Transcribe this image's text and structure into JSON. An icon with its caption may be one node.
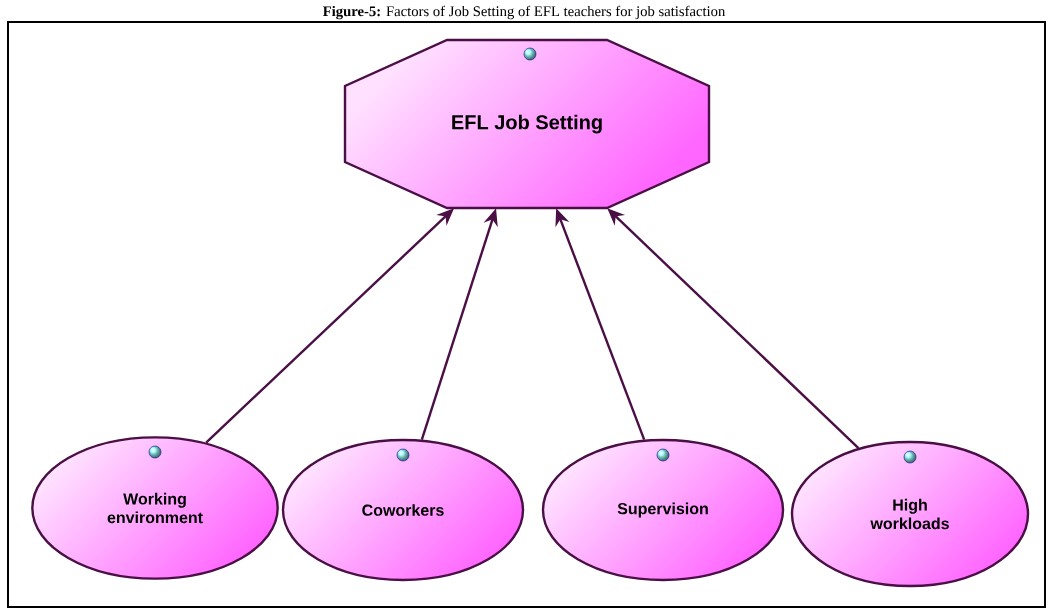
{
  "diagram": {
    "title": "**Figure-5:** Factors of Job Setting of EFL teachers for job satisfaction",
    "nodes": [
      {
        "text": [
          "EFL Job Setting"
        ]
      },
      {
        "text": [
          "Working environment"
        ]
      },
      {
        "text": [
          "Coworkers"
        ]
      },
      {
        "text": [
          "Supervision"
        ]
      },
      {
        "text": [
          "High workloads"
        ]
      }
    ],
    "edges": [
      {
        "from": 1,
        "to": 0,
        "arrow": "to"
      },
      {
        "from": 2,
        "to": 0,
        "arrow": "to"
      },
      {
        "from": 3,
        "to": 0,
        "arrow": "to"
      },
      {
        "from": 4,
        "to": 0,
        "arrow": "to"
      }
    ]
  }
}
